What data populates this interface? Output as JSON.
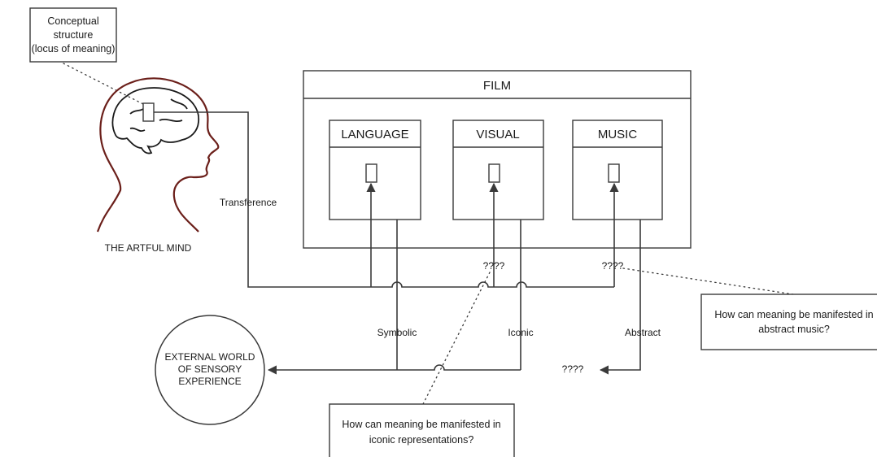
{
  "mind": {
    "concept_box": [
      "Conceptual",
      "structure",
      "(locus of meaning)"
    ],
    "label": "THE ARTFUL MIND"
  },
  "film": {
    "title": "FILM",
    "channels": [
      {
        "label": "LANGUAGE"
      },
      {
        "label": "VISUAL"
      },
      {
        "label": "MUSIC"
      }
    ]
  },
  "external": {
    "lines": [
      "EXTERNAL WORLD",
      "OF SENSORY",
      "EXPERIENCE"
    ]
  },
  "edge_labels": {
    "transference": "Transference",
    "symbolic": "Symbolic",
    "iconic": "Iconic",
    "abstract": "Abstract"
  },
  "unknowns": {
    "visual": "????",
    "music": "????",
    "abstract_target": "????"
  },
  "notes": {
    "music_question": [
      "How can meaning be manifested in",
      "abstract music?"
    ],
    "iconic_question": [
      "How can meaning be manifested in",
      "iconic representations?"
    ]
  },
  "colors": {
    "head_outline": "#6b1f1a",
    "brain_outline": "#1a1a1a",
    "line": "#3a3a3a"
  }
}
